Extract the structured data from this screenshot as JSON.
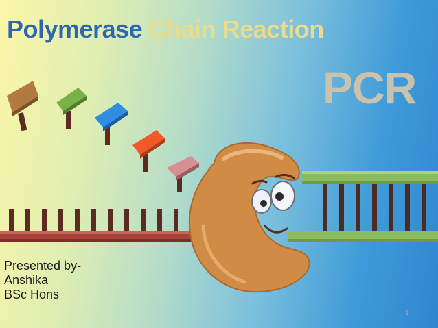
{
  "slide": {
    "title_part1": "Polymerase",
    "title_part2": "Chain Reaction",
    "subtitle": "PCR",
    "presenter_line1": "Presented by-",
    "presenter_line2": "Anshika",
    "presenter_line3": "BSc Hons",
    "slide_number": "1"
  },
  "colors": {
    "title_blue": "#2e66b0",
    "title_cream": "#e9dc8e",
    "pcr_gray": "#c9c3ad",
    "dna_strand_red": "#a8433a",
    "dna_strand_green": "#8bbd5e",
    "enzyme_orange": "#d08c44"
  },
  "icons": {
    "nucleotides": [
      "brown-nucleotide-icon",
      "green-nucleotide-icon",
      "blue-nucleotide-icon",
      "orange-nucleotide-icon",
      "pink-nucleotide-icon",
      "olive-nucleotide-icon"
    ],
    "enzyme": "polymerase-enzyme-icon"
  }
}
